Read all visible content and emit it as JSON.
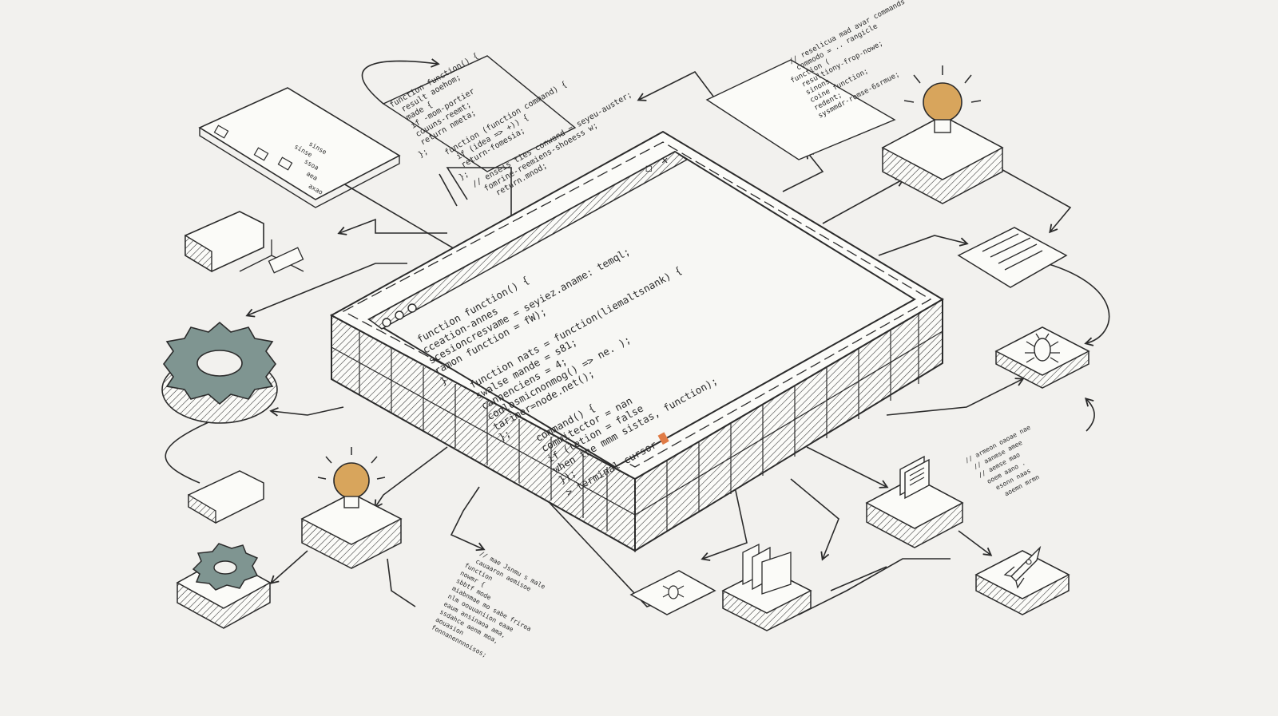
{
  "colors": {
    "background": "#f2f1ee",
    "ink": "#2b2b2b",
    "paper": "#fbfbf8",
    "bulb": "#d8a55c",
    "gear": "#7f9591",
    "cursor": "#e07b45"
  },
  "editor": {
    "code_lines": [
      "function function() {",
      "  cceation-annes",
      "  scesioncresvame = seyiez.aname: temql;",
      "  ramon function = fW);",
      "}",
      "function nats = function(liemaltsnank) {",
      "  swalse mande = s81;",
      "  cannenciens = 4;",
      "  codlosmicnonmog() => ne. );",
      "  tarimer=node.net();",
      "};",
      "command() {",
      "  commitector = nan",
      "  if (letion = false",
      "    when the mmm sistas, function);",
      "});",
      "> terminal cursor"
    ],
    "window_controls": [
      "◻",
      "✕"
    ]
  },
  "code_note_top": [
    "function function() {",
    "  result aoehom;",
    "  made {",
    "  if -mom-portier",
    "  couuns-reemt;",
    "  return nmeta;",
    "};",
    "function (function command) {",
    "  if (idea => +)) {",
    "  return-fomesia;",
    "};",
    "// enseis ties conwand = seyeu-auster;",
    "  fomrine-reemiens-shoeess w;",
    "  return.mnod;"
  ],
  "code_note_right": [
    "// reselicua mad avar commands",
    "   commodo = .. rangicle",
    "  function (",
    "    resultiony-frop-nowe;",
    "    sinons",
    "    coine function;",
    "    redent;",
    "    sysmmdr-romse-6srmue;"
  ],
  "code_note_bottom": [
    "// mae Jsnmu s male",
    "   cauaaron aemisoe",
    "  function",
    "    nowmr {",
    "    sbbtf mode",
    "    miabnmae mo sabe frirea",
    "    nlm oouuaniion eaae",
    "    eaum ansinaoa ama,",
    "    ssdahce aenm moa,",
    "    aouasion",
    "  fonnanennnoisos;"
  ],
  "code_note_lower_right": [
    "// armeon oaoae nae",
    "   // aanmse amee",
    "  // aemse mao",
    "   ooem aano .",
    "    esonn naas",
    "     aoemn mrmn"
  ],
  "file_tree_labels": [
    "sinse",
    "sinse",
    "ssoa",
    "aea",
    "axao"
  ],
  "icons": [
    "code-editor-window-icon",
    "file-tree-icon",
    "folder-icon",
    "gear-icon",
    "lightbulb-icon",
    "bug-icon",
    "document-icon",
    "files-stack-icon",
    "rocket-icon",
    "arrow-icon"
  ]
}
